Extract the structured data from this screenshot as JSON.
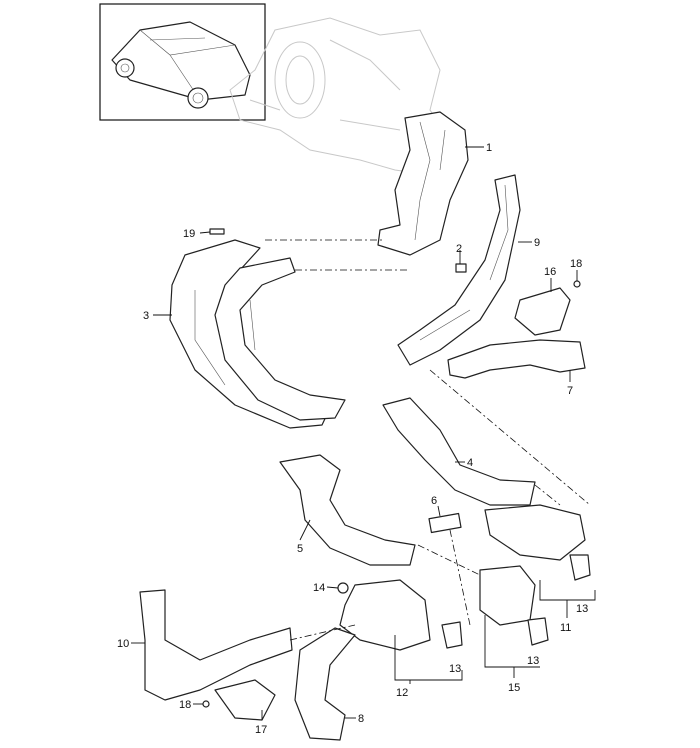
{
  "diagram": {
    "title": "Air duct assembly exploded view",
    "callouts": [
      "1",
      "2",
      "3",
      "4",
      "5",
      "6",
      "7",
      "8",
      "9",
      "10",
      "11",
      "12",
      "13",
      "13",
      "13",
      "14",
      "15",
      "16",
      "17",
      "18",
      "18",
      "19"
    ]
  }
}
